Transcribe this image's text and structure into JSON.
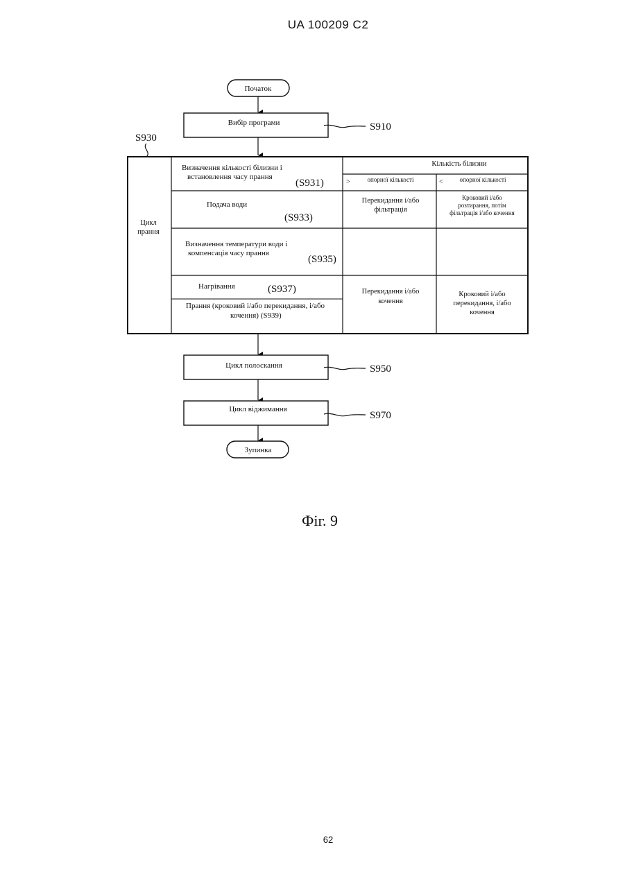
{
  "header": "UA   100209   C2",
  "flow": {
    "start": "Початок",
    "program_select": "Вибір програми",
    "program_select_ref": "S910",
    "wash_cycle_ref": "S930",
    "wash_cycle_label_1": "Цикл",
    "wash_cycle_label_2": "прання",
    "rinse_cycle": "Цикл полоскання",
    "rinse_cycle_ref": "S950",
    "spin_cycle": "Цикл віджимання",
    "spin_cycle_ref": "S970",
    "stop": "Зупинка"
  },
  "steps": {
    "s931_line1": "Визначення кількості білизни і",
    "s931_line2": "встановлення часу прання",
    "s931_ref": "(S931)",
    "s933_label": "Подача води",
    "s933_ref": "(S933)",
    "s935_line1": "Визначення температури води і",
    "s935_line2": "компенсація часу прання",
    "s935_ref": "(S935)",
    "s937_label": "Нагрівання",
    "s937_ref": "(S937)",
    "s939_line1": "Прання (кроковий і/або перекидання, і/або",
    "s939_line2": "кочення) (S939)"
  },
  "table": {
    "header": "Кількість білизни",
    "col1_symbol": ">",
    "col1_header": "опорної кількості",
    "col2_symbol": "<",
    "col2_header": "опорної кількості",
    "water_col1_line1": "Перекидання і/або",
    "water_col1_line2": "фільтрація",
    "water_col2_line1": "Кроковий і/або",
    "water_col2_line2": "розтирання, потім",
    "water_col2_line3": "фільтрація і/або кочення",
    "wash_col1_line1": "Перекидання і/або",
    "wash_col1_line2": "кочення",
    "wash_col2_line1": "Кроковий і/або",
    "wash_col2_line2": "перекидання, і/або",
    "wash_col2_line3": "кочення"
  },
  "caption": "Фіг. 9",
  "page_number": "62"
}
